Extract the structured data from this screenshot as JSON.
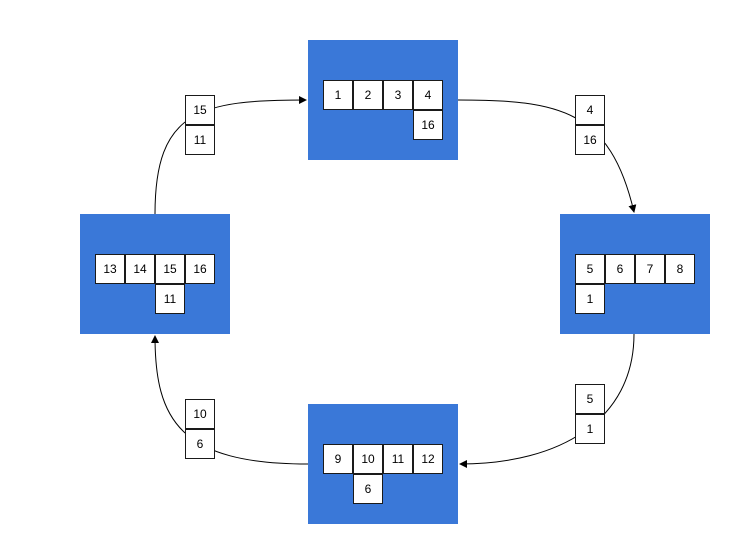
{
  "diagram": {
    "colors": {
      "node_fill": "#3a78d8",
      "cell_fill": "#ffffff",
      "stroke": "#1a1a1a",
      "edge": "#000000"
    },
    "nodes": [
      {
        "id": "top",
        "row": [
          "1",
          "2",
          "3",
          "4"
        ],
        "extra": "16"
      },
      {
        "id": "right",
        "row": [
          "5",
          "6",
          "7",
          "8"
        ],
        "extra": "1"
      },
      {
        "id": "bottom",
        "row": [
          "9",
          "10",
          "11",
          "12"
        ],
        "extra": "6"
      },
      {
        "id": "left",
        "row": [
          "13",
          "14",
          "15",
          "16"
        ],
        "extra": "11"
      }
    ],
    "edge_labels": [
      {
        "id": "top-to-right",
        "top": "4",
        "bottom": "16"
      },
      {
        "id": "right-to-bottom",
        "top": "5",
        "bottom": "1"
      },
      {
        "id": "bottom-to-left",
        "top": "10",
        "bottom": "6"
      },
      {
        "id": "left-to-top",
        "top": "15",
        "bottom": "11"
      }
    ]
  }
}
